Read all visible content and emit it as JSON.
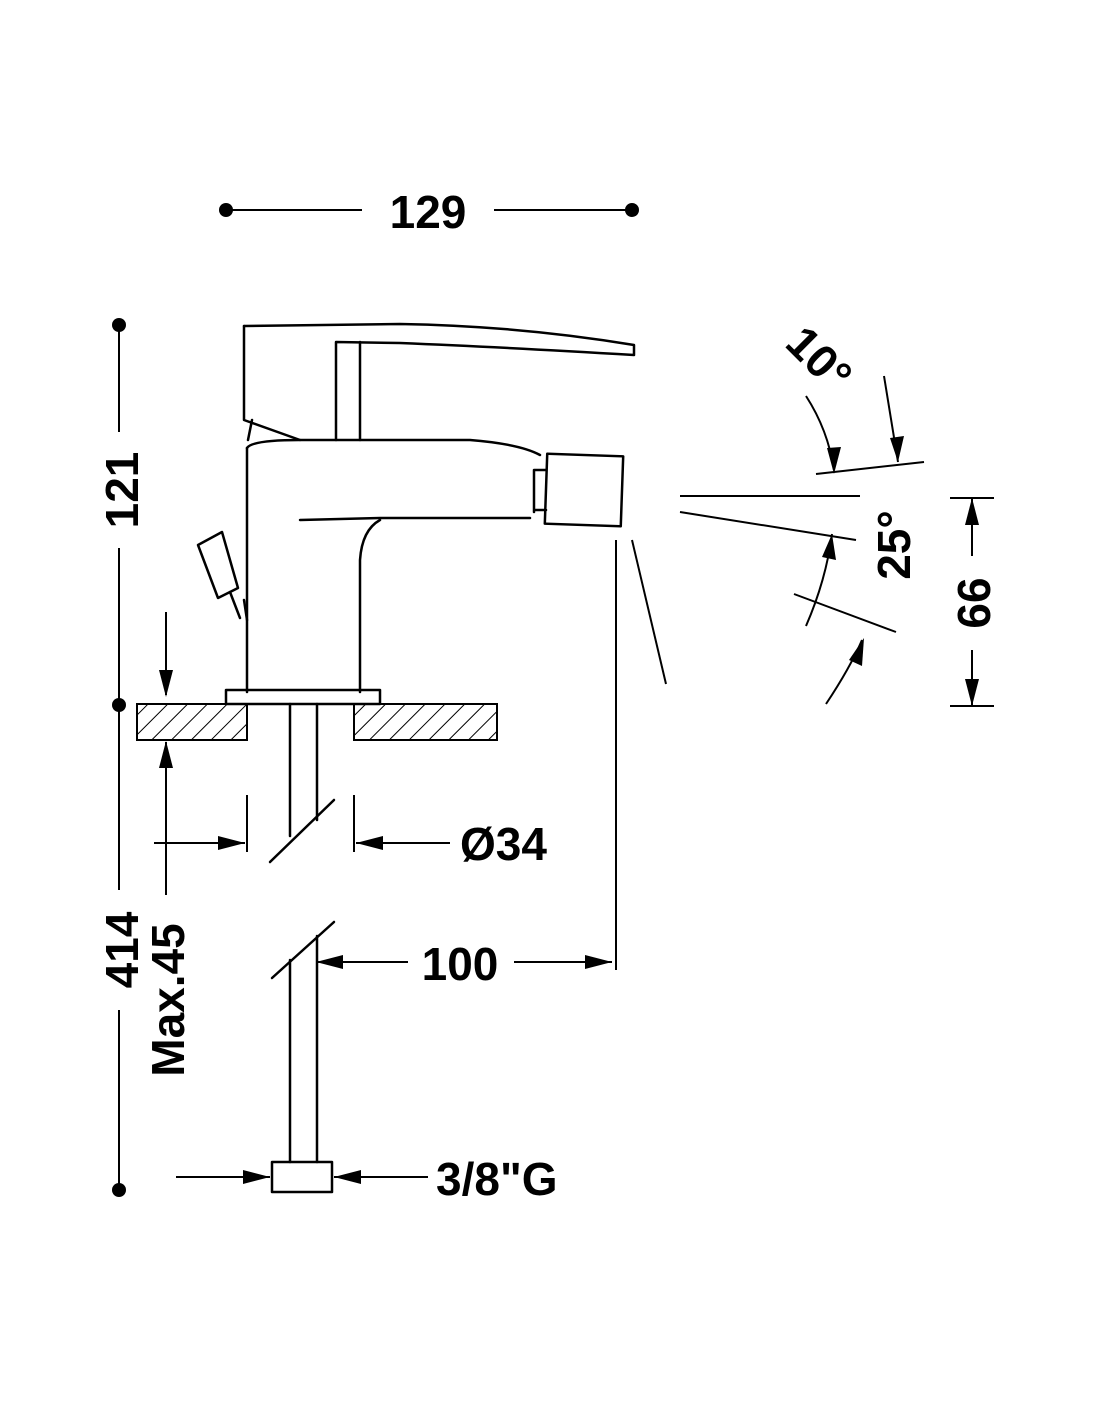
{
  "dimensions": {
    "width_top": "129",
    "height_upper": "121",
    "height_total": "414",
    "max_thickness": "Max.45",
    "diameter": "Ø34",
    "reach": "100",
    "connection": "3/8\"G",
    "angle_tilt": "10°",
    "angle_swivel": "25°",
    "nozzle_height": "66"
  },
  "colors": {
    "line": "#000000",
    "background": "#ffffff"
  }
}
